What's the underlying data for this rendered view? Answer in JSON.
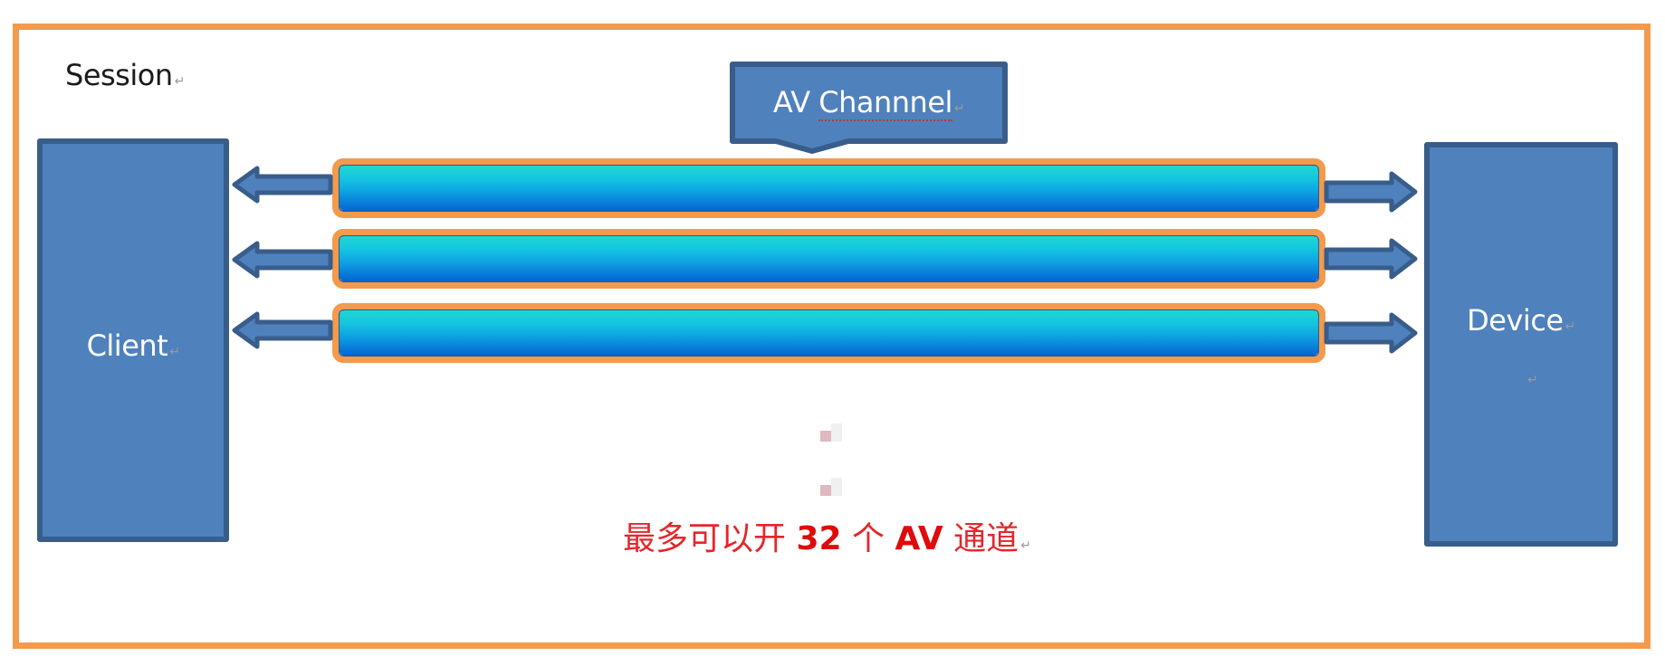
{
  "diagram": {
    "title": "Session",
    "frame_color": "#f39a4c",
    "nodes": {
      "client": {
        "label": "Client",
        "fill": "#4f81bd",
        "stroke": "#385d8a"
      },
      "device": {
        "label": "Device",
        "fill": "#4f81bd",
        "stroke": "#385d8a"
      }
    },
    "callout": {
      "label_prefix": "AV ",
      "label_main": "Channnel",
      "fill": "#4f81bd",
      "stroke": "#385d8a"
    },
    "channels": [
      {
        "id": "channel-1",
        "gradient_top": "#1fd8cf",
        "gradient_bottom": "#0464d0",
        "border": "#f39a4c"
      },
      {
        "id": "channel-2",
        "gradient_top": "#1fd8cf",
        "gradient_bottom": "#0464d0",
        "border": "#f39a4c"
      },
      {
        "id": "channel-3",
        "gradient_top": "#1fd8cf",
        "gradient_bottom": "#0464d0",
        "border": "#f39a4c"
      }
    ],
    "edges": [
      {
        "from": "channel-1",
        "to": "client",
        "direction": "left"
      },
      {
        "from": "channel-2",
        "to": "client",
        "direction": "left"
      },
      {
        "from": "channel-3",
        "to": "client",
        "direction": "left"
      },
      {
        "from": "channel-1",
        "to": "device",
        "direction": "right"
      },
      {
        "from": "channel-2",
        "to": "device",
        "direction": "right"
      },
      {
        "from": "channel-3",
        "to": "device",
        "direction": "right"
      }
    ],
    "footnote": {
      "part1": "最多可以开 ",
      "count": "32",
      "part2": " 个 ",
      "av": "AV",
      "part3": " 通道",
      "color": "#e00b0b"
    },
    "return_mark": "↵"
  }
}
